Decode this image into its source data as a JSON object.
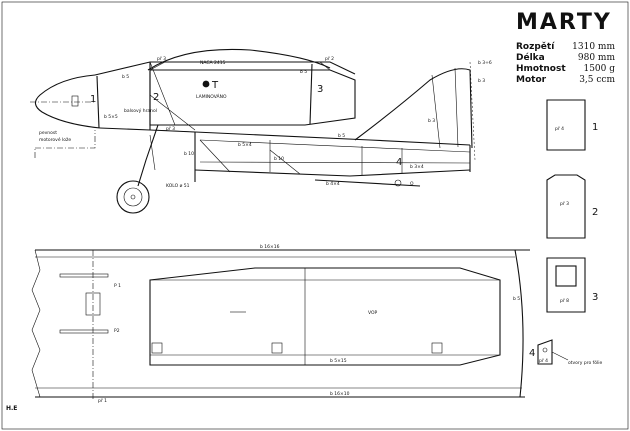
{
  "title": "MARTY",
  "specs": [
    {
      "label": "Rozpětí",
      "value": "1310 mm"
    },
    {
      "label": "Délka",
      "value": "980 mm"
    },
    {
      "label": "Hmotnost",
      "value": "1500 g"
    },
    {
      "label": "Motor",
      "value": "3,5 ccm"
    }
  ],
  "author": "H.E",
  "side_view": {
    "former_1": "1",
    "former_2": "2",
    "former_3": "3",
    "former_4": "4",
    "pl3_top": "př 3",
    "pl2_top": "př 2",
    "b5_a": "b 5",
    "naca": "NACA 2415",
    "t_label": "T",
    "laminovano": "LAMINOVÁNO",
    "b3_fin": "b 3÷6",
    "b3_fin2": "b 3",
    "b3_fin3": "b 3",
    "b5_aft": "b 5",
    "b5_rear": "b 5",
    "b5x4": "b 5×4",
    "b4x4": "b 4×4",
    "b3x4": "b 3×4",
    "b5x5": "b 5×5",
    "balsa": "balsový hranol",
    "pl3_mid": "př 3",
    "b10_a": "b 10",
    "b10_b": "b 10",
    "mount1": "pevnost",
    "mount2": "motorové lože",
    "wheel": "KOLO ø 51",
    "o_label": "O"
  },
  "wing": {
    "b16x16_top": "b 16×16",
    "b16x16_bot": "b 16×10",
    "b5x15": "b 5×15",
    "b5_tip": "b 5",
    "p1": "P 1",
    "p2": "P2",
    "vop": "VOP",
    "pl1": "př 1"
  },
  "parts": {
    "pl4": "př 4",
    "pl3": "př 3",
    "pl8": "př 8",
    "pl4b": "př 4",
    "n1": "1",
    "n2": "2",
    "n3": "3",
    "n4": "4",
    "otvory": "otvory pro fólie"
  }
}
